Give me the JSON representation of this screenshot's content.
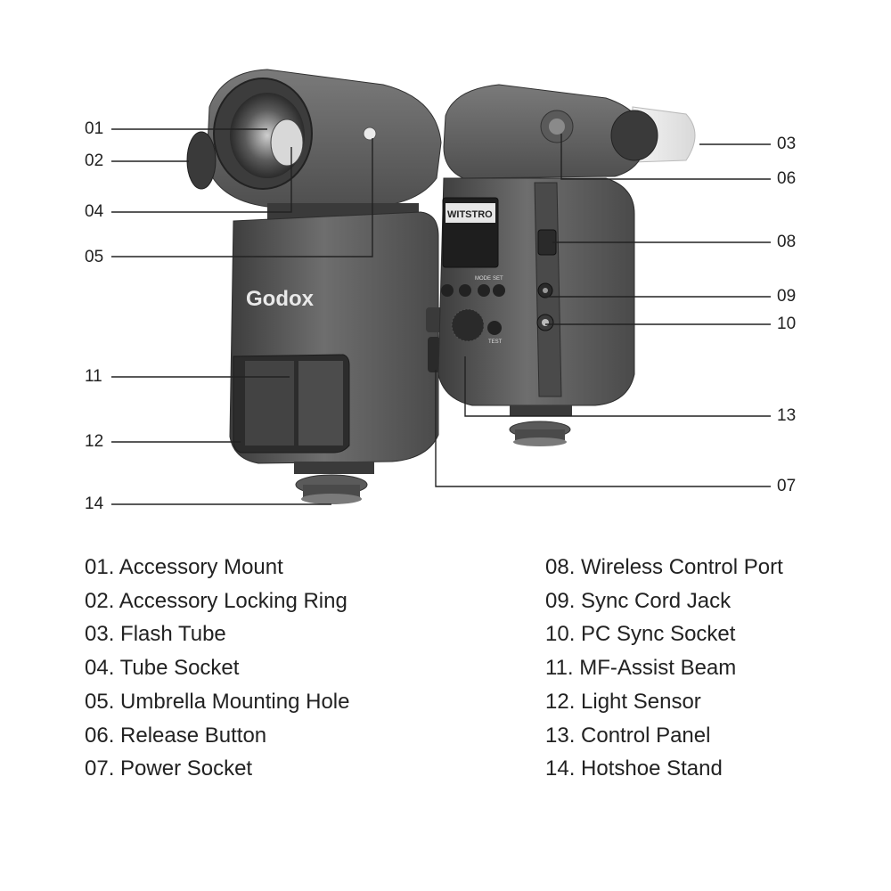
{
  "brand": "Godox",
  "panel_brand": "WITSTRO",
  "panel_button_labels": [
    "MODE",
    "SET",
    "TEST"
  ],
  "callouts": [
    {
      "num": "01",
      "side": "left"
    },
    {
      "num": "02",
      "side": "left"
    },
    {
      "num": "04",
      "side": "left"
    },
    {
      "num": "05",
      "side": "left"
    },
    {
      "num": "11",
      "side": "left"
    },
    {
      "num": "12",
      "side": "left"
    },
    {
      "num": "14",
      "side": "left"
    },
    {
      "num": "03",
      "side": "right"
    },
    {
      "num": "06",
      "side": "right"
    },
    {
      "num": "08",
      "side": "right"
    },
    {
      "num": "09",
      "side": "right"
    },
    {
      "num": "10",
      "side": "right"
    },
    {
      "num": "13",
      "side": "right"
    },
    {
      "num": "07",
      "side": "right"
    }
  ],
  "legend_left": [
    "01. Accessory Mount",
    "02. Accessory Locking Ring",
    "03. Flash Tube",
    "04. Tube Socket",
    "05. Umbrella Mounting Hole",
    "06. Release Button",
    "07. Power Socket"
  ],
  "legend_right": [
    "08. Wireless Control Port",
    "09. Sync Cord Jack",
    "10. PC Sync Socket",
    "11. MF-Assist Beam",
    "12. Light Sensor",
    "13. Control Panel",
    "14. Hotshoe Stand"
  ],
  "colors": {
    "body_dark": "#4a4a4a",
    "body_mid": "#6b6b6b",
    "body_light": "#8c8c8c",
    "leader": "#222222"
  }
}
